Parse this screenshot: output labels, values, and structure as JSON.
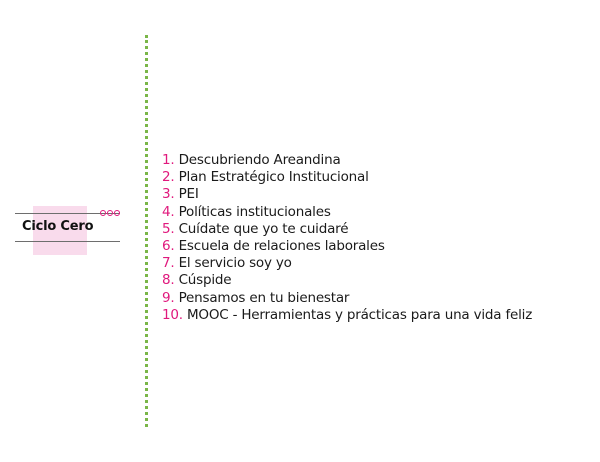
{
  "node": {
    "title": "Ciclo Cero"
  },
  "colors": {
    "accent": "#e0197d",
    "box": "#f9dbec",
    "connector": "#7ab648"
  },
  "items": [
    {
      "num": "1.",
      "label": "Descubriendo Areandina"
    },
    {
      "num": "2.",
      "label": "Plan Estratégico Institucional"
    },
    {
      "num": "3.",
      "label": "PEI"
    },
    {
      "num": "4.",
      "label": "Políticas institucionales"
    },
    {
      "num": "5.",
      "label": "Cuídate que yo te cuidaré"
    },
    {
      "num": "6.",
      "label": "Escuela de relaciones laborales"
    },
    {
      "num": "7.",
      "label": "El servicio soy yo"
    },
    {
      "num": "8.",
      "label": "Cúspide"
    },
    {
      "num": "9.",
      "label": "Pensamos en tu bienestar"
    },
    {
      "num": "10.",
      "label": " MOOC - Herramientas y prácticas para una vida feliz"
    }
  ]
}
